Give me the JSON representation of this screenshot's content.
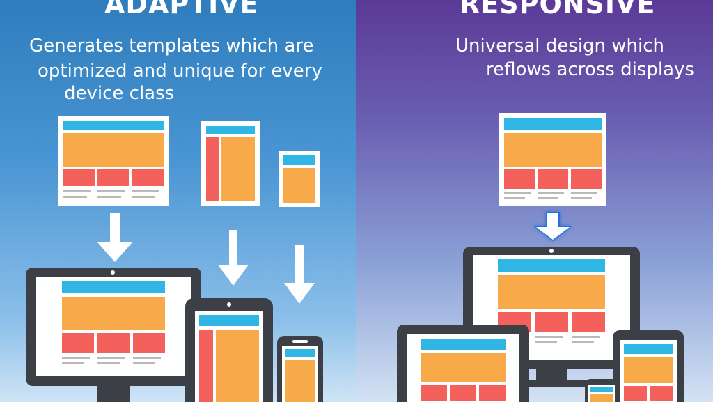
{
  "adaptive": {
    "title": "ADAPTIVE",
    "description_lines": [
      "Generates templates which are",
      "optimized and unique for every",
      "device class"
    ]
  },
  "responsive": {
    "title": "RESPONSIVE",
    "description_lines": [
      "Universal design which",
      "reflows across displays"
    ]
  },
  "colors": {
    "header_block": "#2fb6e4",
    "hero_block": "#f8a94a",
    "tile_block": "#f4605c",
    "device_frame": "#3c4046"
  }
}
